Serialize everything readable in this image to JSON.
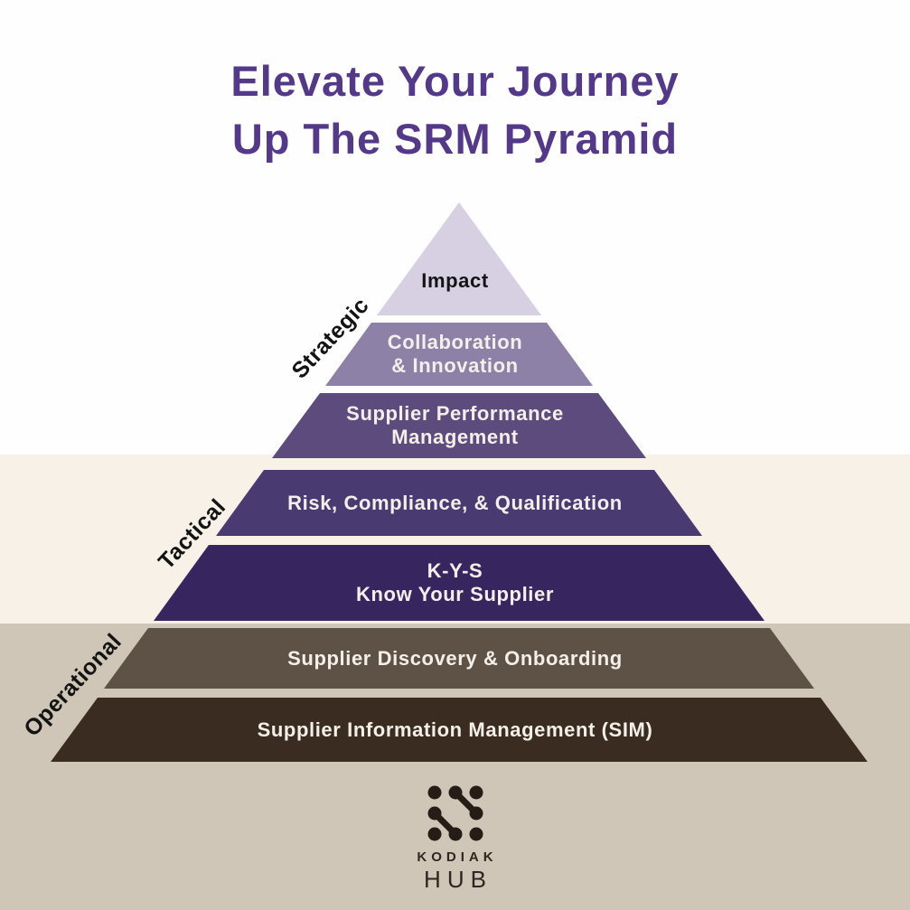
{
  "title": {
    "line1": "Elevate Your Journey",
    "line2": "Up The SRM Pyramid",
    "color": "#54398a"
  },
  "stage_labels": {
    "strategic": "Strategic",
    "tactical": "Tactical",
    "operational": "Operational"
  },
  "pyramid": {
    "tiers": [
      {
        "label": "Impact",
        "color": "#d7d0e3",
        "text_color": "#141414"
      },
      {
        "label": "Collaboration\n& Innovation",
        "color": "#8e81a8",
        "text_color": "#f4efe9"
      },
      {
        "label": "Supplier Performance\nManagement",
        "color": "#5d4b7d",
        "text_color": "#f4efe9"
      },
      {
        "label": "Risk, Compliance, & Qualification",
        "color": "#4a3a72",
        "text_color": "#f4efe9"
      },
      {
        "label": "K-Y-S\nKnow Your Supplier",
        "color": "#37255f",
        "text_color": "#f4efe9"
      },
      {
        "label": "Supplier Discovery & Onboarding",
        "color": "#5e5247",
        "text_color": "#f4efe9"
      },
      {
        "label": "Supplier Information Management (SIM)",
        "color": "#3a2c20",
        "text_color": "#f4efe9"
      }
    ]
  },
  "logo": {
    "brand": "Kodiak Hub",
    "line1": "KODIAK",
    "line2": "HUB",
    "color": "#2e2620"
  },
  "colors": {
    "background_top": "#fefefe",
    "background_middle": "#f7f1e8",
    "background_bottom": "#cfc6b8"
  }
}
